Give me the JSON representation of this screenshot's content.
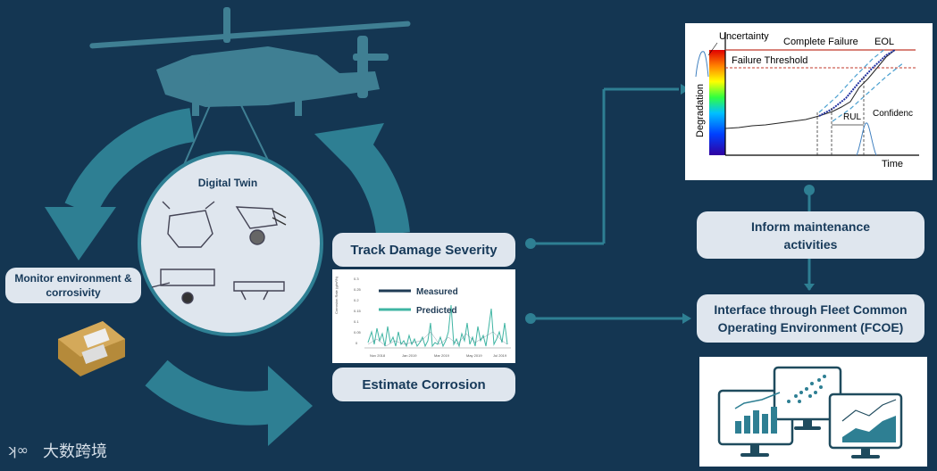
{
  "labels": {
    "digital_twin": "Digital Twin",
    "monitor": "Monitor environment & corrosivity",
    "track": "Track Damage Severity",
    "estimate": "Estimate Corrosion",
    "inform": "Inform maintenance activities",
    "interface": "Interface through Fleet Common Operating Environment (FCOE)"
  },
  "degradation_chart": {
    "uncertainty": "Uncertainty",
    "complete_failure": "Complete Failure",
    "eol": "EOL",
    "failure_threshold": "Failure Threshold",
    "rul": "RUL",
    "confidence": "Confidenc",
    "ylabel": "Degradation",
    "xlabel": "Time"
  },
  "corrosion_chart": {
    "legend_measured": "Measured",
    "legend_predicted": "Predicted",
    "ylabel": "Corrosion Rate (g/m²/h)",
    "yticks": [
      "0.3",
      "0.25",
      "0.2",
      "0.15",
      "0.1",
      "0.05",
      "0"
    ],
    "xticks": [
      "Nov 2018",
      "Jan 2019",
      "Mar 2019",
      "May 2019",
      "Jul 2019"
    ]
  },
  "watermark": "大数跨境",
  "colors": {
    "background": "#143652",
    "teal": "#2e7f93",
    "pill": "#dfe6ee",
    "text_dark": "#173a5a",
    "measured": "#1f3b55",
    "predicted": "#3fb5a3"
  }
}
